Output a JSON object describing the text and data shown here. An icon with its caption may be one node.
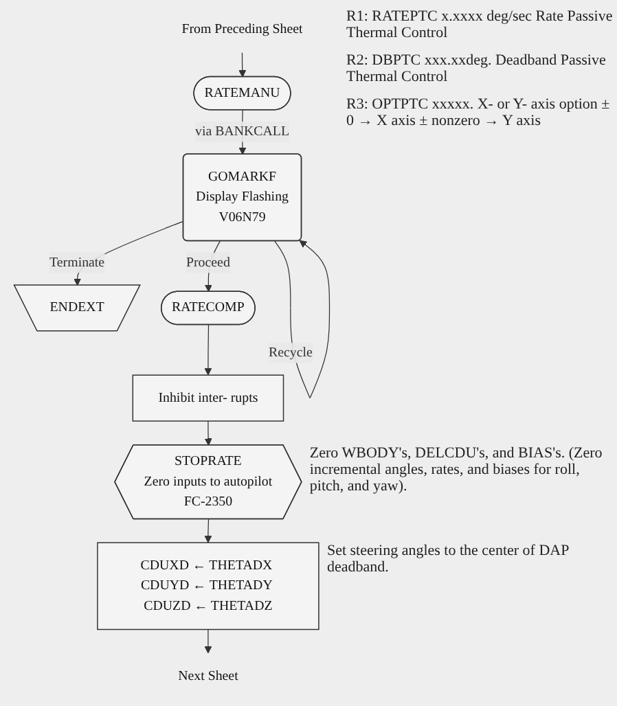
{
  "diagram": {
    "nodes": [
      {
        "text": [
          "From Preceding Sheet"
        ]
      },
      {
        "text": [
          "RATEMANU"
        ]
      },
      {
        "text": [
          "GOMARKF",
          "Display Flashing",
          "V06N79"
        ]
      },
      {
        "text": [
          "ENDEXT"
        ]
      },
      {
        "text": [
          "RATECOMP"
        ]
      },
      {
        "text": [
          "Inhibit inter- rupts"
        ]
      },
      {
        "text": [
          "STOPRATE",
          "Zero inputs to autopilot",
          "FC-2350"
        ],
        "beside": [
          "Zero WBODY's, DELCDU's, and BIAS's. (Zero incremental angles, rates, and biases for roll, pitch, and yaw)."
        ]
      },
      {
        "text": [
          "CDUXD ← THETADX CDUYD ← THETADY CDUZD ← THETADZ"
        ],
        "beside": [
          "Set steering angles to the center of DAP deadband."
        ]
      },
      {
        "text": [
          "Next Sheet"
        ]
      }
    ],
    "edges": [
      {
        "from": 0,
        "to": 1,
        "arrow": "to"
      },
      {
        "from": 1,
        "to": 2,
        "arrow": "to",
        "label": "via BANKCALL"
      },
      {
        "from": 2,
        "to": 2,
        "arrow": "to",
        "label": "Recycle"
      },
      {
        "from": 2,
        "to": 3,
        "arrow": "to",
        "label": "Terminate"
      },
      {
        "from": 2,
        "to": 4,
        "arrow": "to",
        "label": "Proceed"
      },
      {
        "from": 4,
        "to": 5,
        "arrow": "to"
      },
      {
        "from": 5,
        "to": 6,
        "arrow": "to"
      },
      {
        "from": 6,
        "to": 7,
        "arrow": "to"
      },
      {
        "from": 7,
        "to": 8,
        "arrow": "to"
      }
    ],
    "labels": [
      "R1: RATEPTC x.xxxx deg/sec Rate Passive Thermal Control",
      "R2: DBPTC xxx.xxdeg. Deadband Passive Thermal Control",
      "R3: OPTPTC xxxxx. X- or Y- axis option ± 0 → X axis ± nonzero → Y axis"
    ]
  }
}
